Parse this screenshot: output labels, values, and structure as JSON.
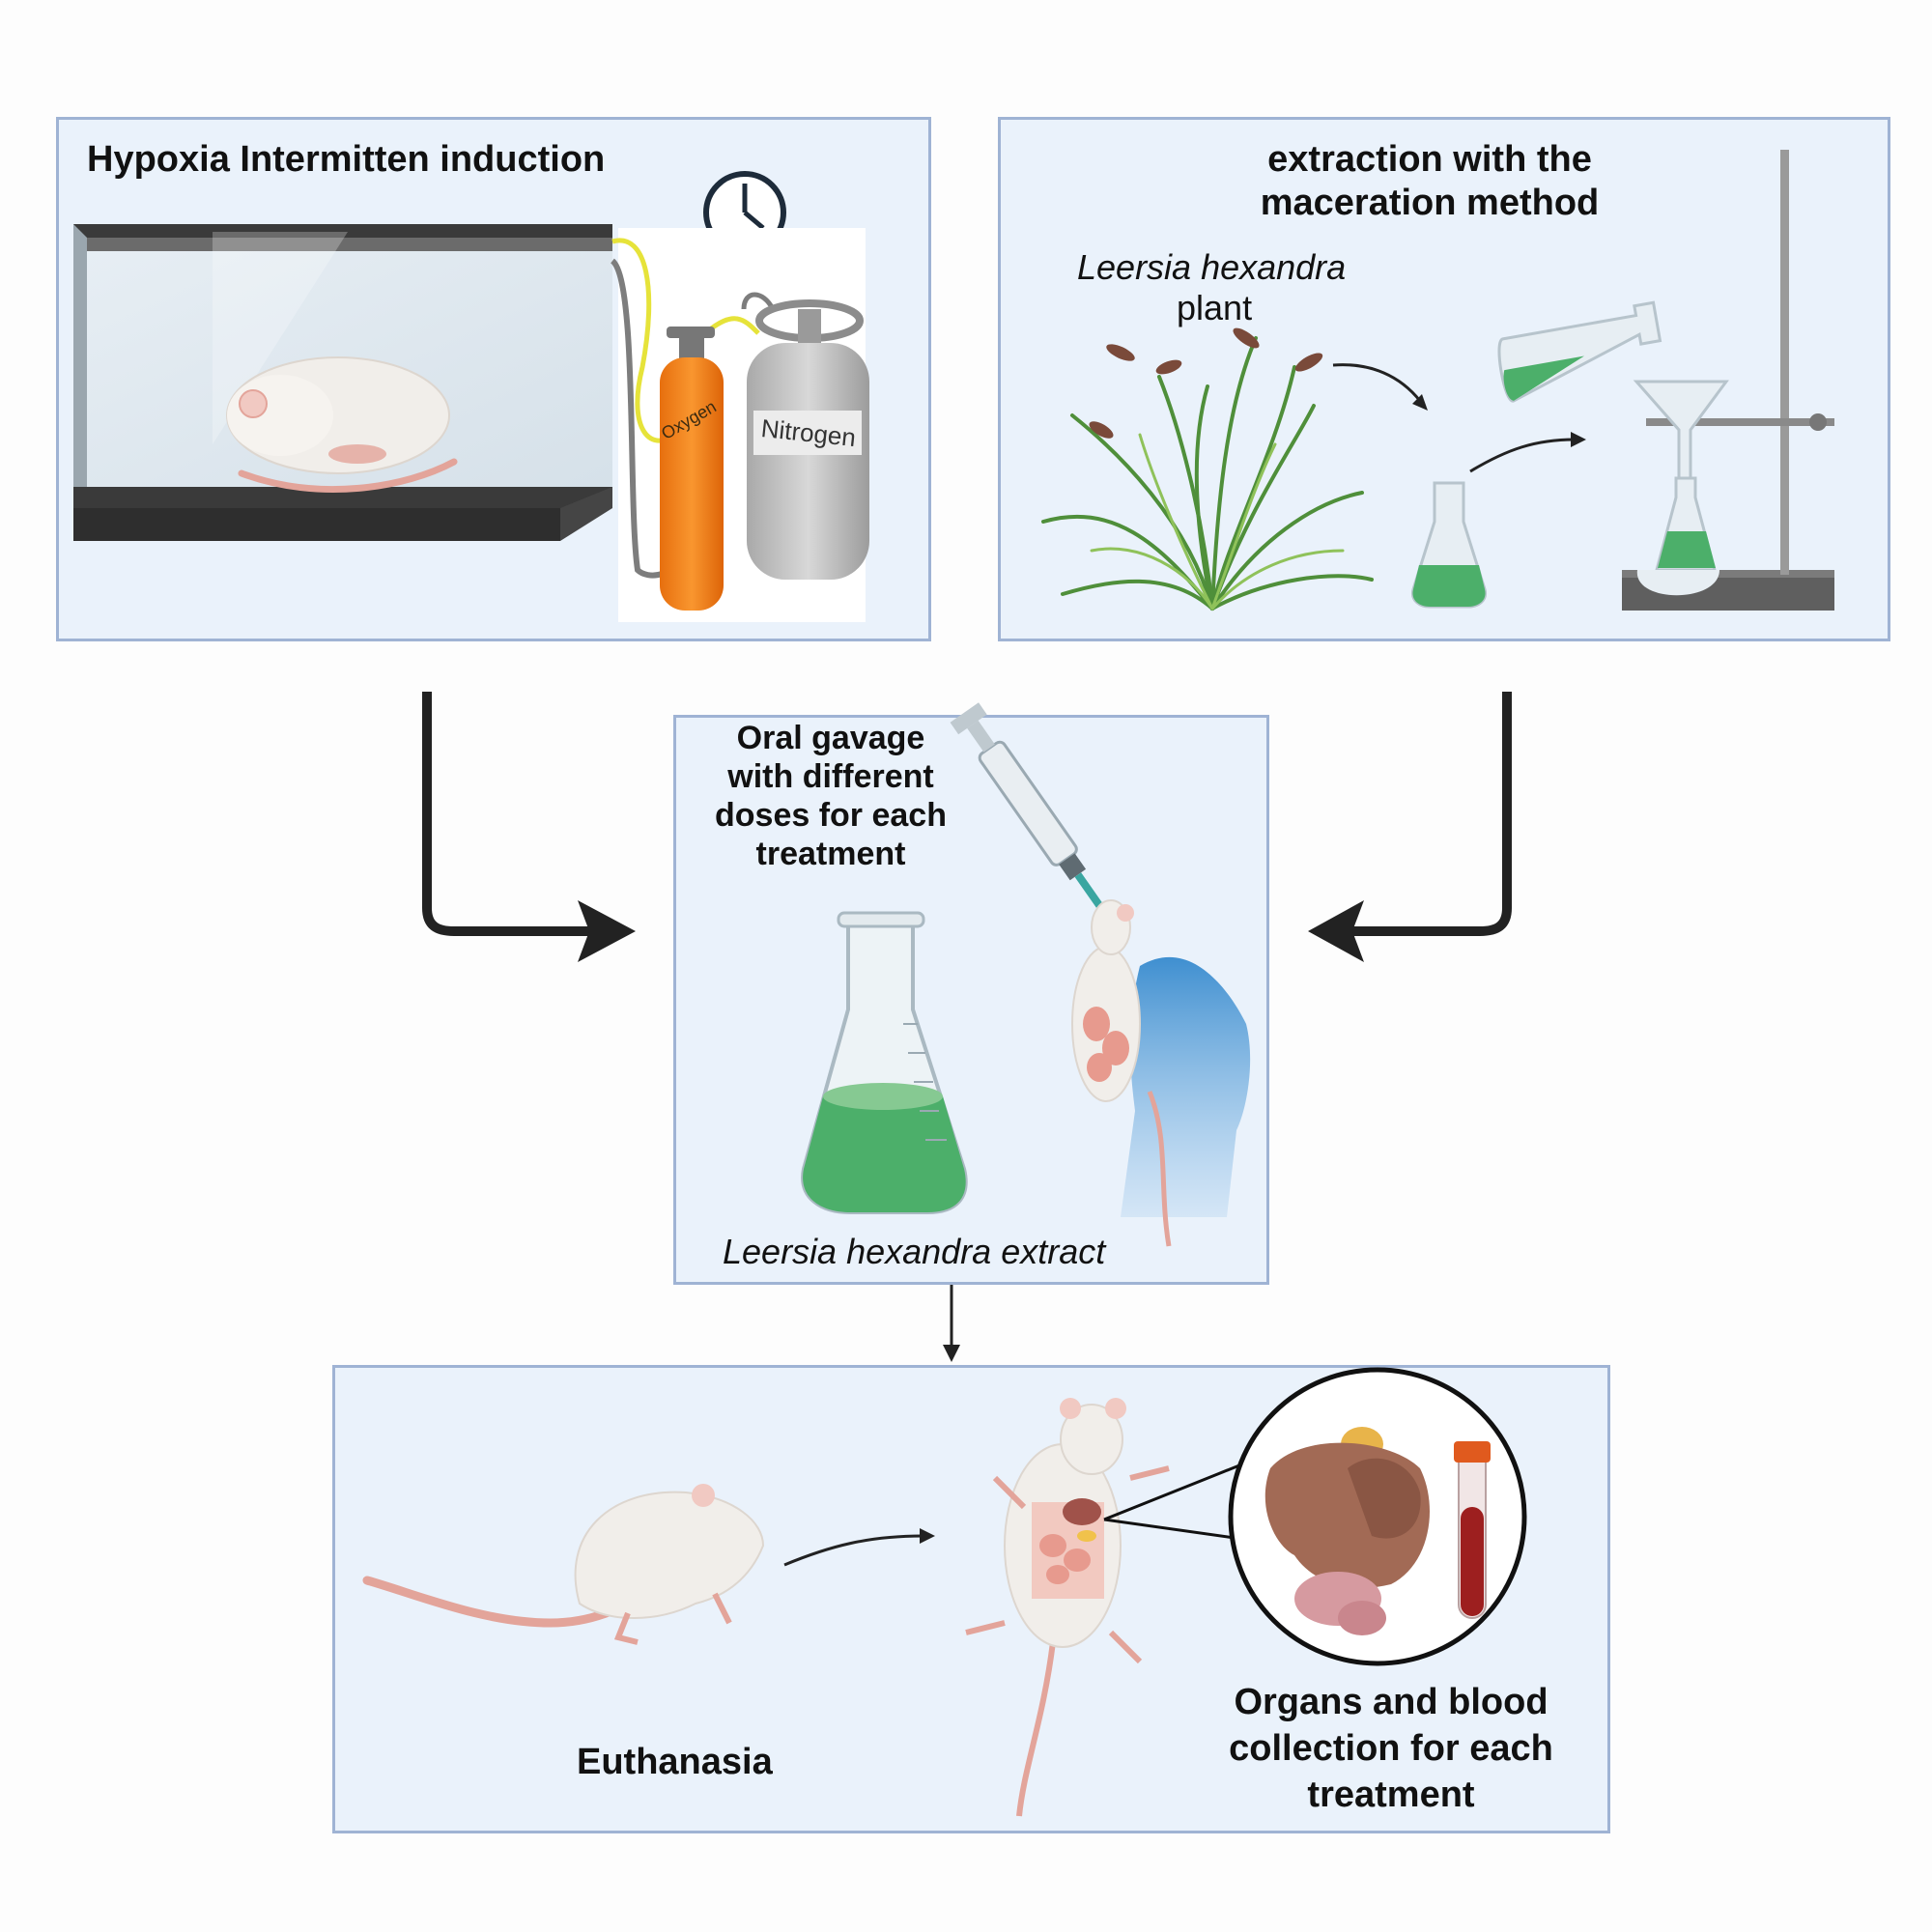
{
  "hypoxia": {
    "title": "Hypoxia Intermitten induction",
    "oxygen_label": "Oxygen",
    "nitrogen_label": "Nitrogen"
  },
  "extraction": {
    "title_line1": "extraction with the",
    "title_line2": "maceration method",
    "plant_italic": "Leersia hexandra",
    "plant_plain": "plant"
  },
  "gavage": {
    "line1": "Oral gavage",
    "line2": "with different",
    "line3": "doses for each",
    "line4": "treatment",
    "extract_label": "Leersia hexandra extract"
  },
  "euthanasia": {
    "label": "Euthanasia",
    "collection_line1": "Organs and blood",
    "collection_line2": "collection for each",
    "collection_line3": "treatment"
  },
  "colors": {
    "panel_fill": "#eaf2fb",
    "panel_border": "#9fb3d4",
    "extract_green": "#4caf6a",
    "oxygen_orange": "#f5841f",
    "nitrogen_gray": "#c9c9c9",
    "rat_white": "#f1eeea",
    "rat_pink": "#e3a49a"
  }
}
